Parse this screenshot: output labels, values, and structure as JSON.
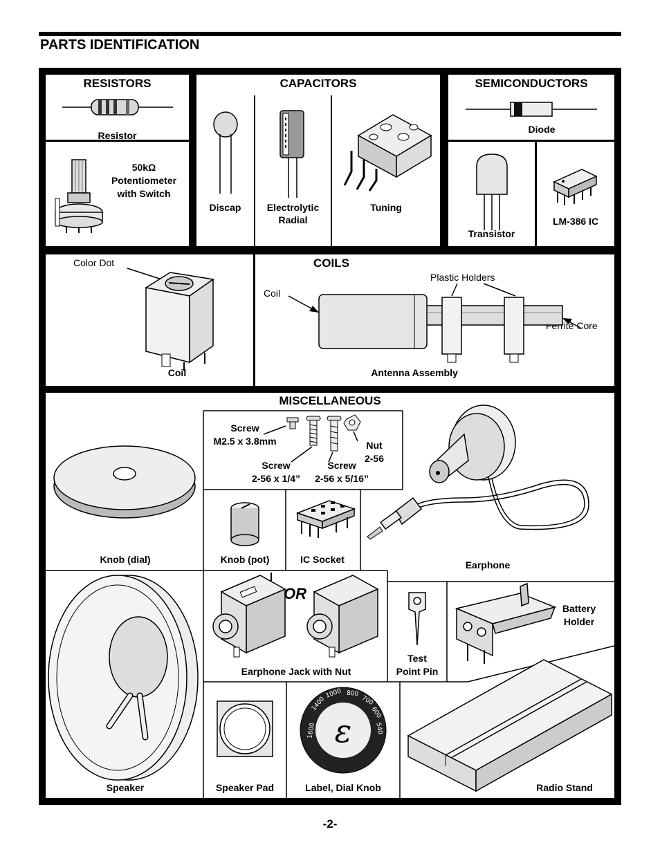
{
  "page_title": "PARTS IDENTIFICATION",
  "page_number": "-2-",
  "sections": {
    "resistors": {
      "title": "RESISTORS",
      "resistor": "Resistor",
      "pot_line1": "50kΩ",
      "pot_line2": "Potentiometer",
      "pot_line3": "with Switch"
    },
    "capacitors": {
      "title": "CAPACITORS",
      "discap": "Discap",
      "electrolytic_line1": "Electrolytic",
      "electrolytic_line2": "Radial",
      "tuning": "Tuning"
    },
    "semiconductors": {
      "title": "SEMICONDUCTORS",
      "diode": "Diode",
      "transistor": "Transistor",
      "ic": "LM-386 IC"
    },
    "coils": {
      "title": "COILS",
      "color_dot": "Color Dot",
      "coil": "Coil",
      "coil_pointer": "Coil",
      "plastic_holders": "Plastic Holders",
      "ferrite_core": "Ferrite Core",
      "antenna_assembly": "Antenna Assembly"
    },
    "misc": {
      "title": "MISCELLANEOUS",
      "screw_m25_line1": "Screw",
      "screw_m25_line2": "M2.5 x 3.8mm",
      "screw_14_line1": "Screw",
      "screw_14_line2": "2-56 x 1/4”",
      "screw_516_line1": "Screw",
      "screw_516_line2": "2-56 x 5/16”",
      "nut_line1": "Nut",
      "nut_line2": "2-56",
      "knob_dial": "Knob (dial)",
      "knob_pot": "Knob (pot)",
      "ic_socket": "IC Socket",
      "earphone": "Earphone",
      "or": "OR",
      "earphone_jack": "Earphone Jack with Nut",
      "test_pin_line1": "Test",
      "test_pin_line2": "Point Pin",
      "battery_line1": "Battery",
      "battery_line2": "Holder",
      "speaker": "Speaker",
      "speaker_pad": "Speaker Pad",
      "label_dial_knob": "Label, Dial Knob",
      "radio_stand": "Radio Stand"
    },
    "dial_numbers": [
      "1600",
      "1400",
      "1000",
      "800",
      "700",
      "600",
      "540"
    ]
  }
}
